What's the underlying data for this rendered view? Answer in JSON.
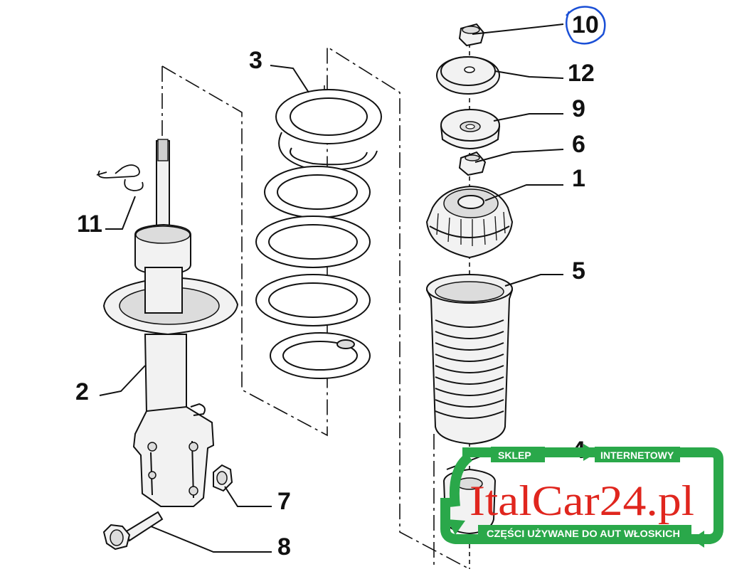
{
  "callouts": [
    {
      "id": "10",
      "label": "10",
      "circled": true
    },
    {
      "id": "12",
      "label": "12"
    },
    {
      "id": "9",
      "label": "9"
    },
    {
      "id": "6",
      "label": "6"
    },
    {
      "id": "1",
      "label": "1"
    },
    {
      "id": "5",
      "label": "5"
    },
    {
      "id": "3",
      "label": "3"
    },
    {
      "id": "11",
      "label": "11"
    },
    {
      "id": "2",
      "label": "2"
    },
    {
      "id": "7",
      "label": "7"
    },
    {
      "id": "8",
      "label": "8"
    },
    {
      "id": "4",
      "label": "4"
    }
  ],
  "watermark": {
    "brand": "ItalCar24.pl",
    "tag_left": "SKLEP",
    "tag_right": "INTERNETOWY",
    "tagline": "CZĘŚCI UŻYWANE DO AUT WŁOSKICH",
    "brand_color": "#e0261e",
    "frame_color": "#2aa84a"
  },
  "annotation_color": "#1a4fd6"
}
